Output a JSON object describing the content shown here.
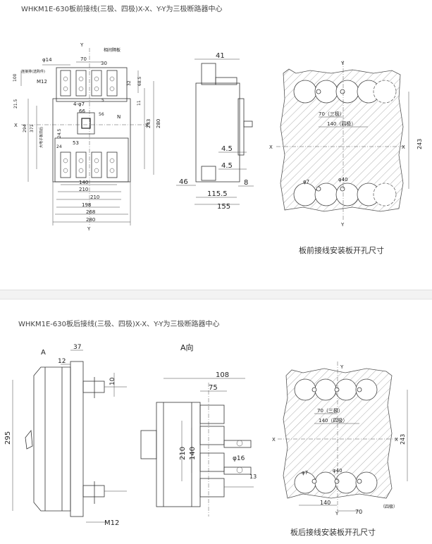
{
  "section1": {
    "heading": "WHKM1E-630板前接线(三极、四极)X-X、Y-Y为三极断路器中心",
    "caption": "板前接线安装板开孔尺寸",
    "front_view": {
      "labels": [
        "Y",
        "φ14",
        "70",
        "30",
        "相间隔板",
        "连接排(选购件)",
        "M12",
        "100",
        "32",
        "68.5",
        "4-φ7",
        "66",
        "56",
        "N",
        "X",
        "X",
        "294",
        "371",
        "大电子板前后",
        "11",
        "243",
        "280",
        "24.5",
        "53",
        "24",
        "140",
        "210",
        "210",
        "198",
        "268",
        "280",
        "Y",
        "5",
        "21.5"
      ]
    },
    "side_view": {
      "labels": [
        "41",
        "4.5",
        "4.5",
        "8",
        "46",
        "115.5",
        "155"
      ]
    },
    "cutout": {
      "labels": [
        "Y",
        "70（三极）",
        "140（四极）",
        "X",
        "X",
        "243",
        "φ7",
        "φ40",
        "Y"
      ]
    }
  },
  "section2": {
    "heading": "WHKM1E-630板后接线(三极、四极)X-X、Y-Y为三极断路器中心",
    "caption": "板后接线安装板开孔尺寸",
    "rear_view": {
      "labels": [
        "A",
        "37",
        "12",
        "10",
        "295",
        "M12"
      ]
    },
    "a_view": {
      "title": "A向",
      "labels": [
        "108",
        "75",
        "210",
        "140",
        "φ16",
        "13"
      ]
    },
    "cutout": {
      "labels": [
        "Y",
        "70（三极）",
        "140（四极）",
        "X",
        "X",
        "243",
        "φ7",
        "φ40",
        "140",
        "70",
        "（四极）",
        "Y"
      ]
    }
  }
}
